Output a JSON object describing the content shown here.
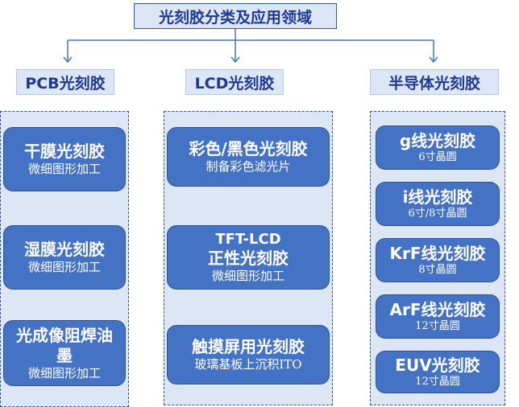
{
  "title": "光刻胶分类及应用领域",
  "columns": [
    {
      "header": "PCB光刻胶",
      "items": [
        {
          "name": "干膜光刻胶",
          "desc": "微细图形加工"
        },
        {
          "name": "湿膜光刻胶",
          "desc": "微细图形加工"
        },
        {
          "name": "光成像阻焊油墨",
          "desc": "微细图形加工"
        }
      ]
    },
    {
      "header": "LCD光刻胶",
      "items": [
        {
          "name": "彩色/黑色光刻胶",
          "desc": "制备彩色滤光片"
        },
        {
          "name_line1": "TFT-LCD",
          "name": "正性光刻胶",
          "desc": "微细图形加工"
        },
        {
          "name": "触摸屏用光刻胶",
          "desc": "玻璃基板上沉积ITO"
        }
      ]
    },
    {
      "header": "半导体光刻胶",
      "items": [
        {
          "name": "g线光刻胶",
          "desc": "6寸晶圆"
        },
        {
          "name": "i线光刻胶",
          "desc": "6寸/8寸晶圆"
        },
        {
          "name": "KrF线光刻胶",
          "desc": "8寸晶圆"
        },
        {
          "name": "ArF线光刻胶",
          "desc": "12寸晶圆"
        },
        {
          "name": "EUV光刻胶",
          "desc": "12寸晶圆"
        }
      ]
    }
  ],
  "colors": {
    "title_bg": "#dde6f5",
    "text_dark": "#1f3a93",
    "panel_bg": "#dce6f4",
    "card_bg": "#4472c4",
    "connector": "#4472c4"
  }
}
